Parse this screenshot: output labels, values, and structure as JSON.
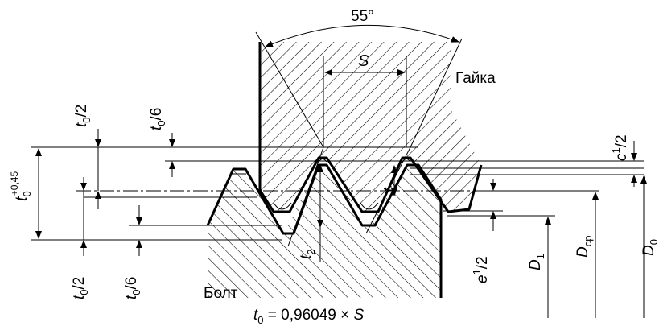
{
  "angle_label": "55°",
  "pitch_label": "S",
  "nut_label": "Гайка",
  "bolt_label": "Болт",
  "formula": {
    "lhs": "t",
    "lhs_sub": "0",
    "rhs": " = 0,96049 × ",
    "var": "S"
  },
  "t0": {
    "base": "t",
    "sub": "0",
    "tolerance": "+0,45"
  },
  "top_left_labels": [
    {
      "base": "t",
      "sub": "0",
      "tail": "/2"
    },
    {
      "base": "t",
      "sub": "0",
      "tail": "/6"
    }
  ],
  "bottom_left_labels": [
    {
      "base": "t",
      "sub": "0",
      "tail": "/2"
    },
    {
      "base": "t",
      "sub": "0",
      "tail": "/6"
    }
  ],
  "t2_label": {
    "base": "t",
    "sub": "2"
  },
  "c1_label": {
    "base": "c",
    "sup": "1",
    "tail": "/2"
  },
  "e1_label": {
    "base": "e",
    "sup": "1",
    "tail": "/2"
  },
  "D1_label": {
    "base": "D",
    "sub": "1"
  },
  "Dcp_label": {
    "base": "D",
    "sub": "ср"
  },
  "D0_label": {
    "base": "D",
    "sub": "0"
  }
}
